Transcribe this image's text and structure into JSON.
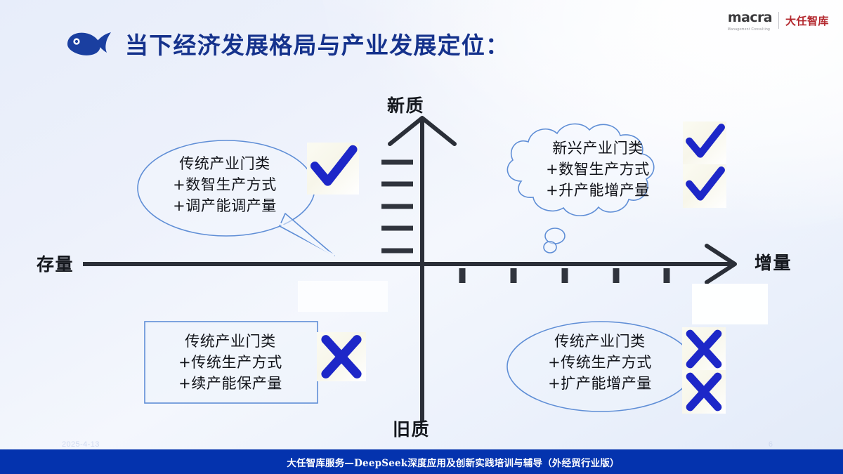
{
  "brand": {
    "logo_word": "macra",
    "logo_tagline": "Management Consulting",
    "logo_cn": "大任智库",
    "accent_blue": "#15328c",
    "accent_red": "#b3272d",
    "footer_blue": "#0433ae",
    "mark_blue": "#1d27c8"
  },
  "header": {
    "title": "当下经济发展格局与产业发展定位：",
    "bullet_icon": "whale-icon"
  },
  "chart_data": {
    "type": "scatter",
    "title": "当下经济发展格局与产业发展定位：",
    "xlabel": "",
    "ylabel": "",
    "grid": false,
    "legend": "none",
    "axes": {
      "x_axis": {
        "left_label": "存量",
        "right_label": "增量",
        "arrow": "right",
        "tick_count": 5
      },
      "y_axis": {
        "top_label": "新质",
        "bottom_label": "旧质",
        "arrow": "up",
        "tick_count": 5
      }
    },
    "quadrants": [
      {
        "id": "q2",
        "position": "top-left",
        "shape": "speech-bubble",
        "lines": [
          "传统产业门类",
          "+数智生产方式",
          "+调产能调产量"
        ],
        "verdict": "check",
        "verdict_count": 1
      },
      {
        "id": "q1",
        "position": "top-right",
        "shape": "thought-cloud",
        "lines": [
          "新兴产业门类",
          "+数智生产方式",
          "+升产能增产量"
        ],
        "verdict": "check",
        "verdict_count": 2
      },
      {
        "id": "q3",
        "position": "bottom-left",
        "shape": "rectangle",
        "lines": [
          "传统产业门类",
          "+传统生产方式",
          "+续产能保产量"
        ],
        "verdict": "cross",
        "verdict_count": 1
      },
      {
        "id": "q4",
        "position": "bottom-right",
        "shape": "ellipse",
        "lines": [
          "传统产业门类",
          "+传统生产方式",
          "+扩产能增产量"
        ],
        "verdict": "cross",
        "verdict_count": 2
      }
    ]
  },
  "axis_labels": {
    "top": "新质",
    "bottom": "旧质",
    "left": "存量",
    "right": "增量"
  },
  "quadrant_text": {
    "q2": "传统产业门类\n+数智生产方式\n+调产能调产量",
    "q1": "新兴产业门类\n+数智生产方式\n+升产能增产量",
    "q3": "传统产业门类\n+传统生产方式\n+续产能保产量",
    "q4": "传统产业门类\n+传统生产方式\n+扩产能增产量"
  },
  "footer": {
    "text": "大任智库服务—DeepSeek深度应用及创新实践培训与辅导（外经贸行业版）",
    "date": "2025-4-13",
    "page_number": "6"
  }
}
